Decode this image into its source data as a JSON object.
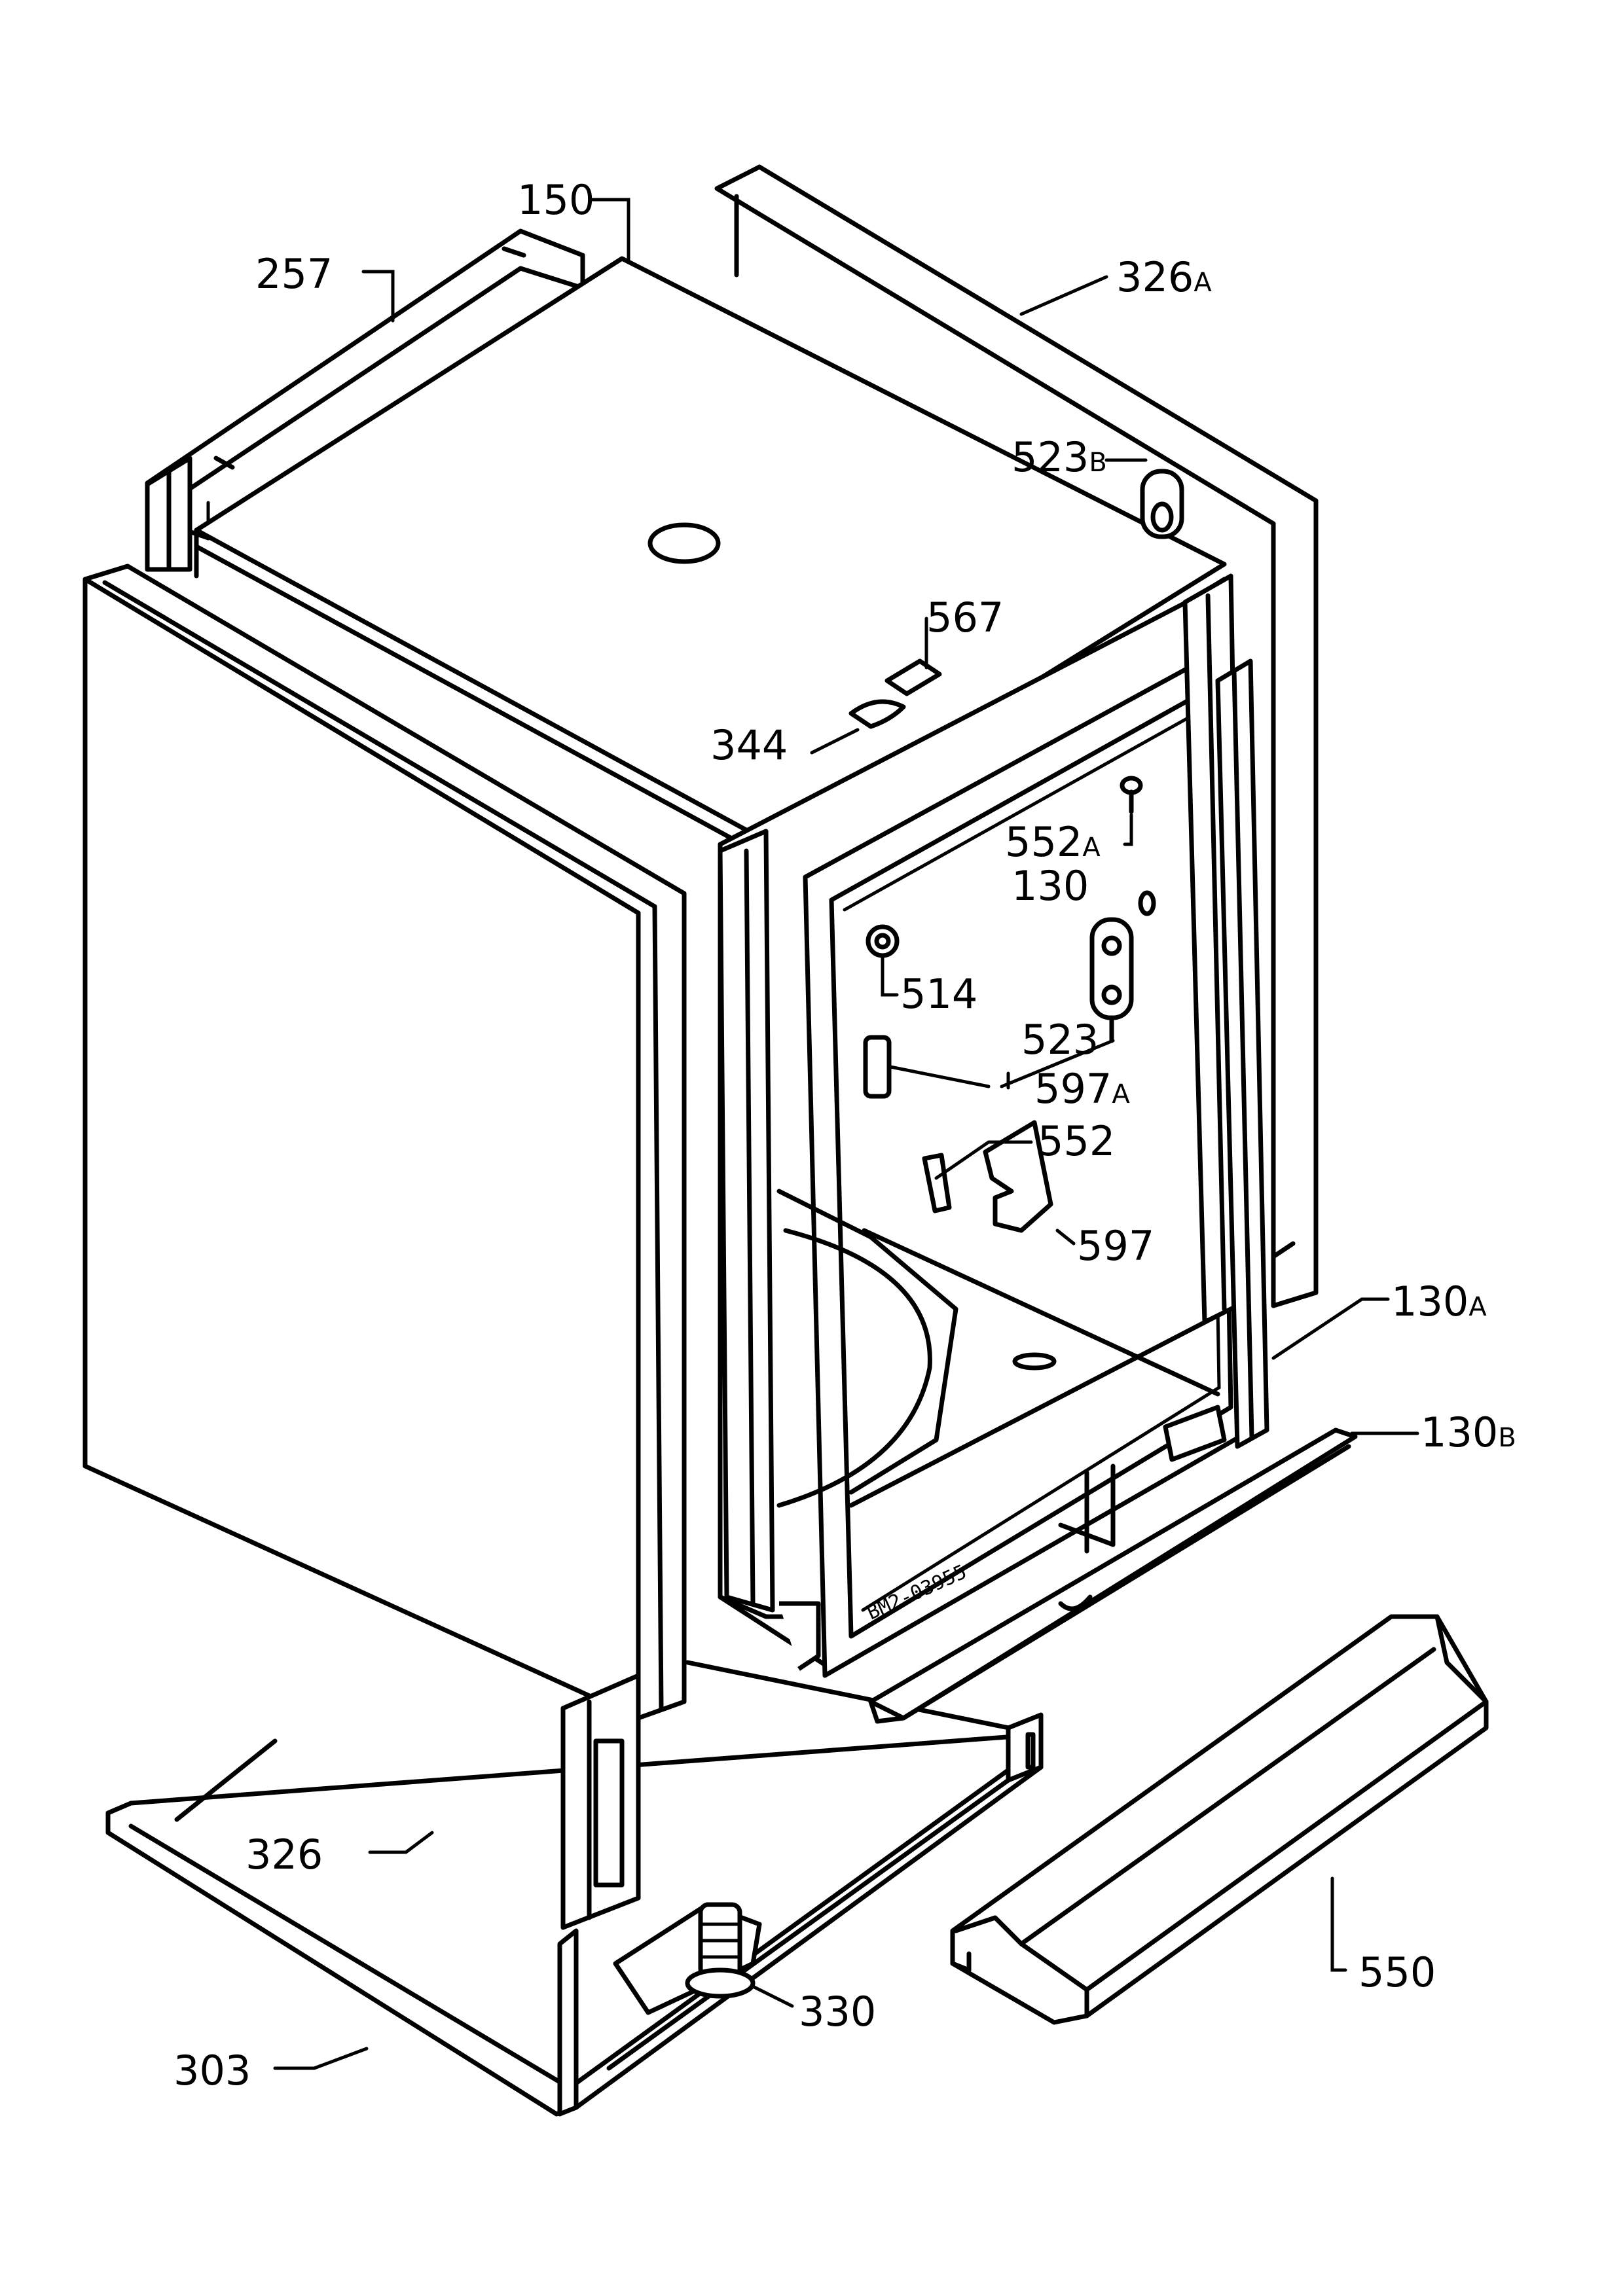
{
  "labels": {
    "l150": "150",
    "l257": "257",
    "l326a": "326",
    "l326a_sub": "A",
    "l523b": "523",
    "l523b_sub": "B",
    "l567": "567",
    "l344": "344",
    "l552a": "552",
    "l552a_sub": "A",
    "l130": "130",
    "l514": "514",
    "l523": "523",
    "l597a": "597",
    "l597a_sub": "A",
    "l552": "552",
    "l597": "597",
    "l130a": "130",
    "l130a_sub": "A",
    "l130b": "130",
    "l130b_sub": "B",
    "l326": "326",
    "l550": "550",
    "l330": "330",
    "l303": "303"
  },
  "stamp": "BM2-03955"
}
